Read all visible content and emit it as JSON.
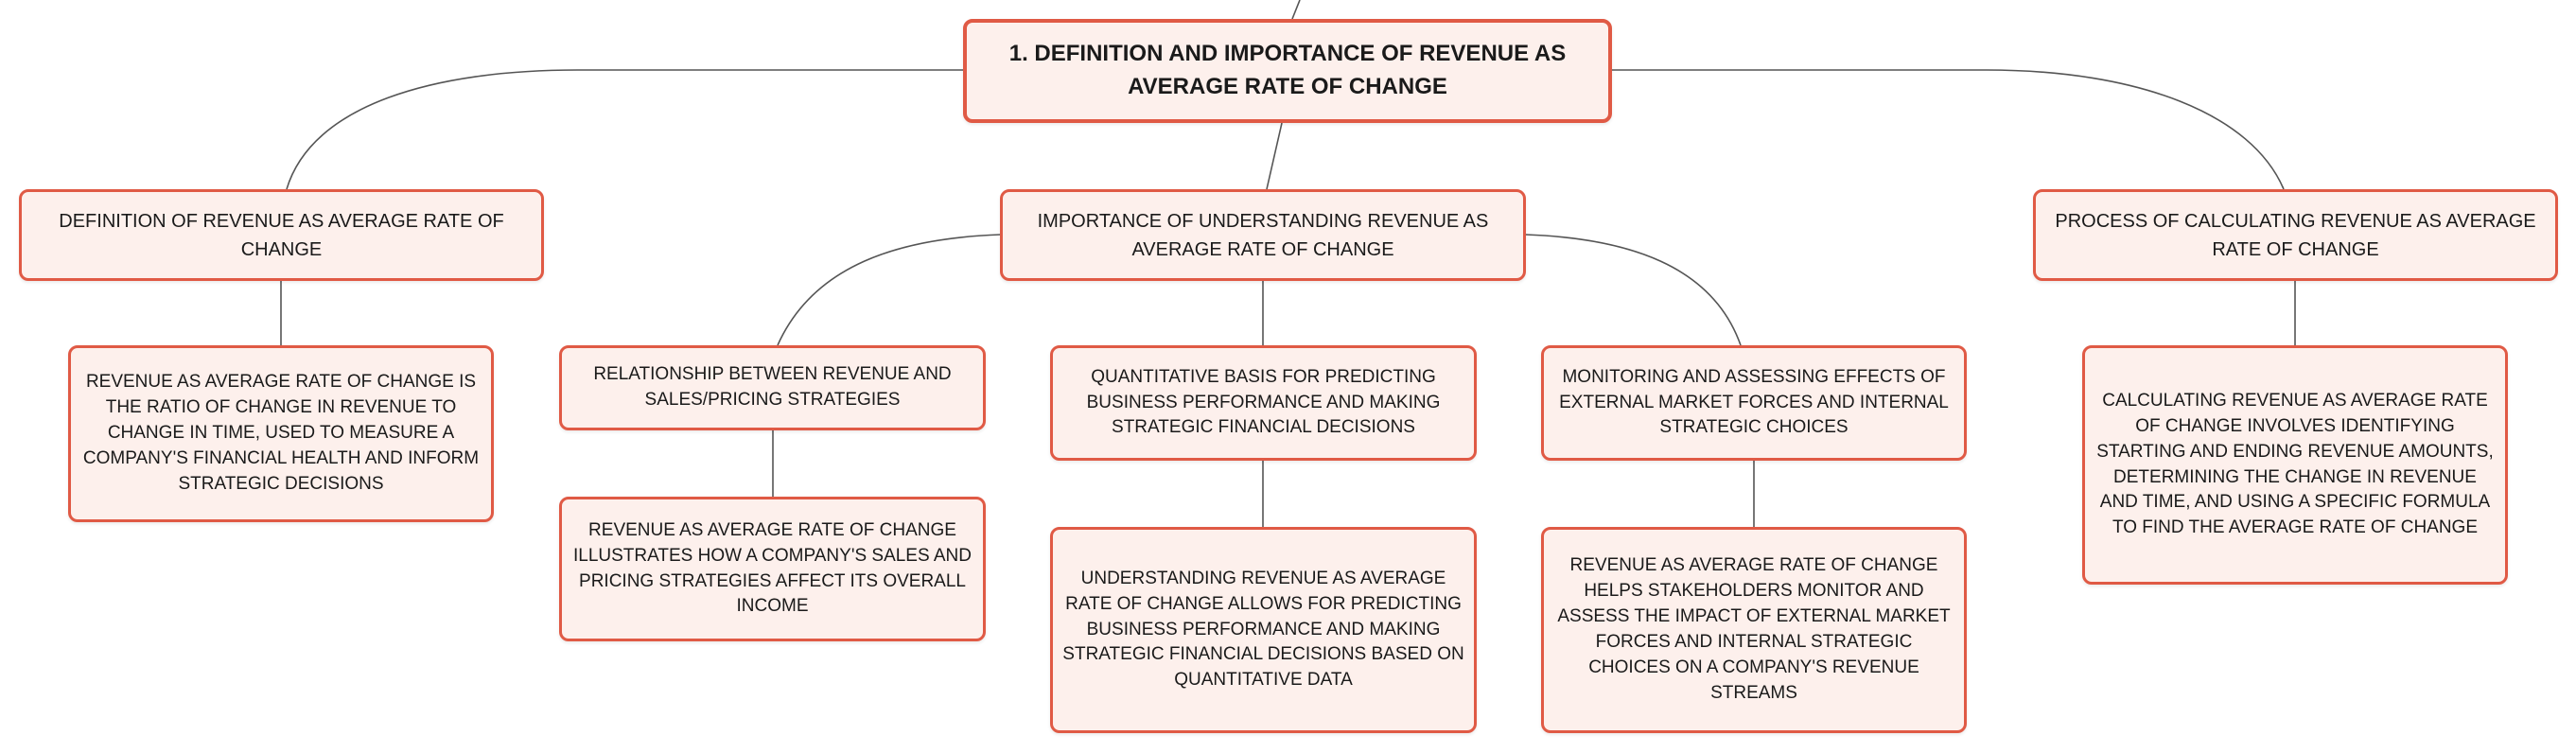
{
  "root": {
    "label": "1. DEFINITION AND IMPORTANCE OF REVENUE AS AVERAGE RATE OF CHANGE"
  },
  "branches": [
    {
      "label": "DEFINITION OF REVENUE AS AVERAGE RATE OF CHANGE",
      "children": [
        {
          "label": "REVENUE AS AVERAGE RATE OF CHANGE IS THE RATIO OF CHANGE IN REVENUE TO CHANGE IN TIME, USED TO MEASURE A COMPANY'S FINANCIAL HEALTH AND INFORM STRATEGIC DECISIONS"
        }
      ]
    },
    {
      "label": "IMPORTANCE OF UNDERSTANDING REVENUE AS AVERAGE RATE OF CHANGE",
      "children": [
        {
          "label": "RELATIONSHIP BETWEEN REVENUE AND SALES/PRICING STRATEGIES",
          "detail": "REVENUE AS AVERAGE RATE OF CHANGE ILLUSTRATES HOW A COMPANY'S SALES AND PRICING STRATEGIES AFFECT ITS OVERALL INCOME"
        },
        {
          "label": "QUANTITATIVE BASIS FOR PREDICTING BUSINESS PERFORMANCE AND MAKING STRATEGIC FINANCIAL DECISIONS",
          "detail": "UNDERSTANDING REVENUE AS AVERAGE RATE OF CHANGE ALLOWS FOR PREDICTING BUSINESS PERFORMANCE AND MAKING STRATEGIC FINANCIAL DECISIONS BASED ON QUANTITATIVE DATA"
        },
        {
          "label": "MONITORING AND ASSESSING EFFECTS OF EXTERNAL MARKET FORCES AND INTERNAL STRATEGIC CHOICES",
          "detail": "REVENUE AS AVERAGE RATE OF CHANGE HELPS STAKEHOLDERS MONITOR AND ASSESS THE IMPACT OF EXTERNAL MARKET FORCES AND INTERNAL STRATEGIC CHOICES ON A COMPANY'S REVENUE STREAMS"
        }
      ]
    },
    {
      "label": "PROCESS OF CALCULATING REVENUE AS AVERAGE RATE OF CHANGE",
      "children": [
        {
          "label": "CALCULATING REVENUE AS AVERAGE RATE OF CHANGE INVOLVES IDENTIFYING STARTING AND ENDING REVENUE AMOUNTS, DETERMINING THE CHANGE IN REVENUE AND TIME, AND USING A SPECIFIC FORMULA TO FIND THE AVERAGE RATE OF CHANGE"
        }
      ]
    }
  ],
  "colors": {
    "node_fill": "#fdf0ec",
    "node_border": "#e05a45",
    "connector": "#555555"
  }
}
